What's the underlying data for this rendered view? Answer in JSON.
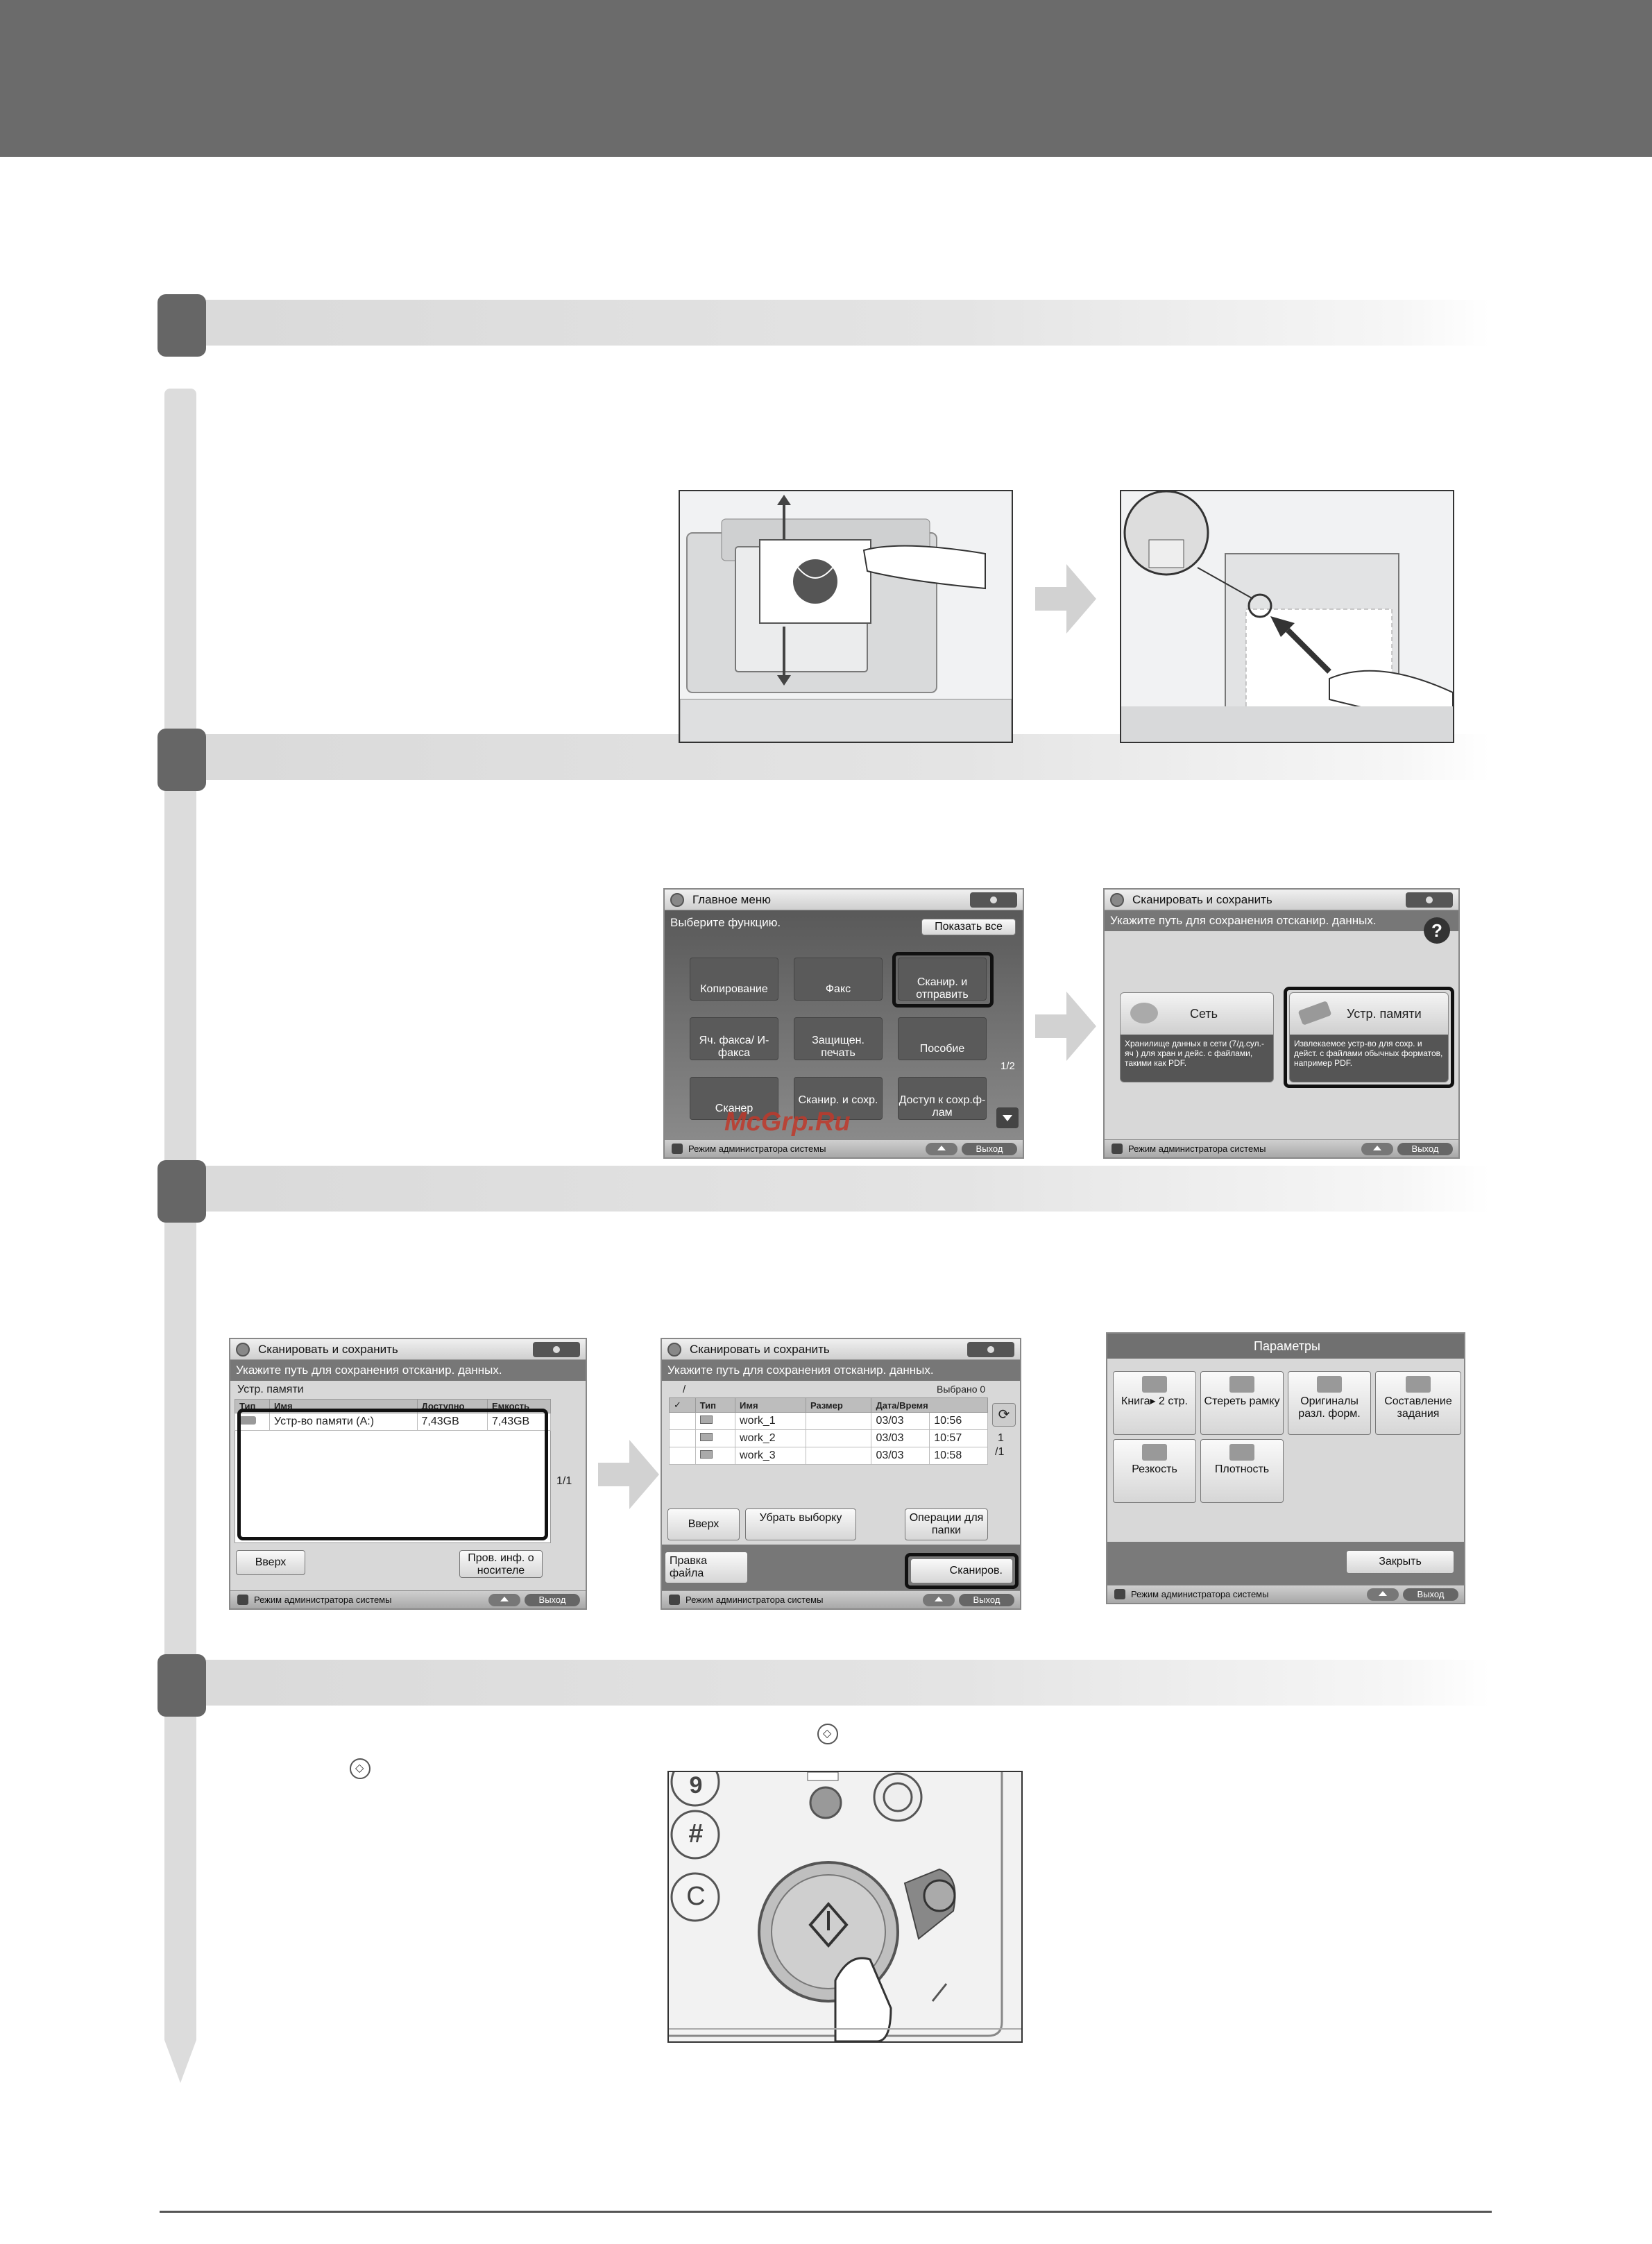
{
  "watermark": "McGrp.Ru",
  "screens": {
    "main_menu": {
      "title": "Главное меню",
      "subtitle": "Выберите функцию.",
      "show_all": "Показать все",
      "page": "1/2",
      "buttons": [
        "Копирование",
        "Факс",
        "Сканир. и отправить",
        "Яч. факса/ И-факса",
        "Защищен. печать",
        "Пособие",
        "Сканер",
        "Сканир. и сохр.",
        "Доступ к сохр.ф-лам"
      ],
      "admin": "Режим администратора системы",
      "exit": "Выход"
    },
    "scan_save_choose": {
      "title": "Сканировать и сохранить",
      "subtitle": "Укажите путь для сохранения отсканир. данных.",
      "help": "?",
      "network_label": "Сеть",
      "network_desc": "Хранилище данных в сети (7/д.сул.-яч ) для хран и дейс. с файлами, такими как PDF.",
      "memory_label": "Устр. памяти",
      "memory_desc": "Извлекаемое устр-во для сохр. и дейст. с файлами обычных форматов, например PDF.",
      "admin": "Режим администратора системы",
      "exit": "Выход"
    },
    "memory_device": {
      "title": "Сканировать и сохранить",
      "subtitle": "Укажите путь для сохранения отсканир. данных.",
      "location": "Устр. памяти",
      "columns": [
        "Тип",
        "Имя",
        "Доступно",
        "Емкость"
      ],
      "rows": [
        [
          "",
          "Устр-во памяти (A:)",
          "7,43GB",
          "7,43GB"
        ]
      ],
      "page": "1/1",
      "up": "Вверх",
      "info": "Пров. инф. о носителе",
      "admin": "Режим администратора системы",
      "exit": "Выход"
    },
    "folder_list": {
      "title": "Сканировать и сохранить",
      "subtitle": "Укажите путь для сохранения отсканир. данных.",
      "path": "/",
      "selected": "Выбрано 0",
      "columns": [
        "✓",
        "Тип",
        "Имя",
        "Размер",
        "Дата/Время"
      ],
      "rows": [
        [
          "",
          "",
          "work_1",
          "",
          "03/03",
          "10:56"
        ],
        [
          "",
          "",
          "work_2",
          "",
          "03/03",
          "10:57"
        ],
        [
          "",
          "",
          "work_3",
          "",
          "03/03",
          "10:58"
        ]
      ],
      "page_top": "1",
      "page_bottom": "/1",
      "up": "Вверх",
      "deselect": "Убрать выборку",
      "folder_ops": "Операции для папки",
      "edit_file": "Правка файла",
      "scan": "Сканиров.",
      "admin": "Режим администратора системы",
      "exit": "Выход"
    },
    "params": {
      "title": "Параметры",
      "buttons": [
        "Книга▸ 2 стр.",
        "Стереть рамку",
        "Оригиналы разл. форм.",
        "Составление задания",
        "Резкость",
        "Плотность"
      ],
      "close": "Закрыть",
      "admin": "Режим администратора системы",
      "exit": "Выход"
    }
  },
  "keypad": {
    "keys": [
      "9",
      "#",
      "C"
    ]
  }
}
